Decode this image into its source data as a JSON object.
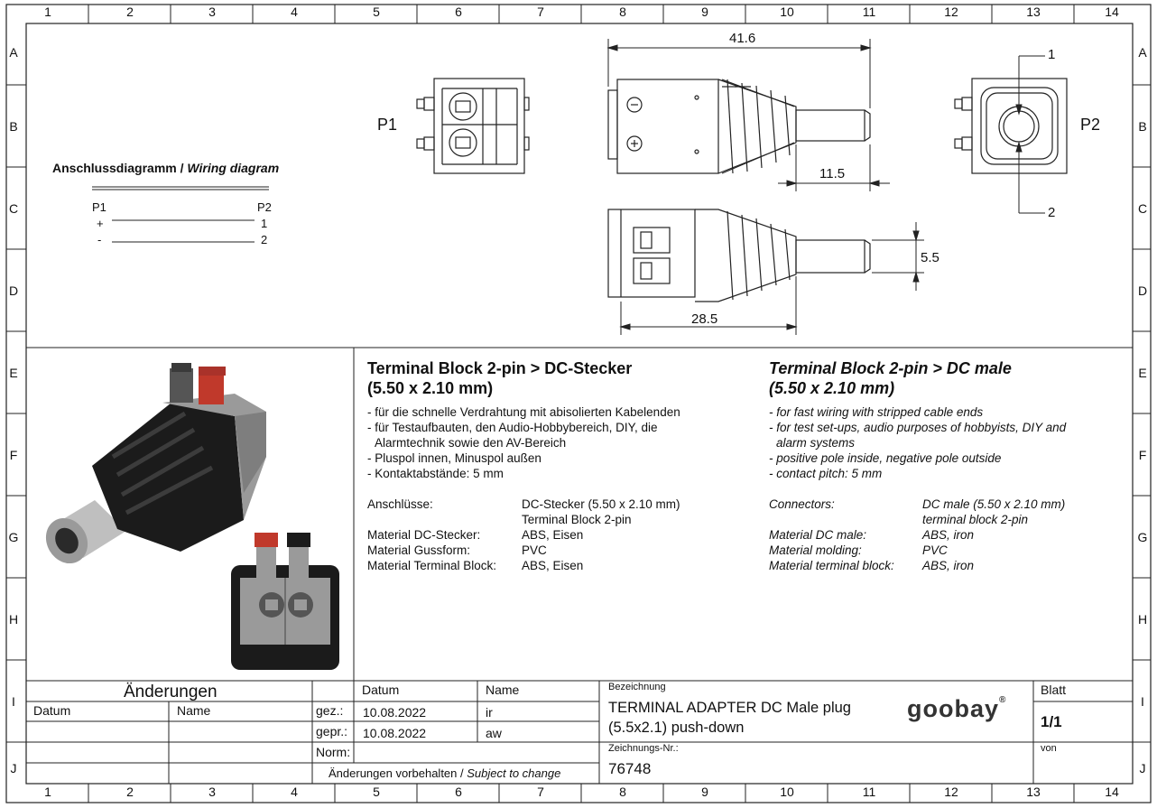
{
  "frame": {
    "col_numbers": [
      "1",
      "2",
      "3",
      "4",
      "5",
      "6",
      "7",
      "8",
      "9",
      "10",
      "11",
      "12",
      "13",
      "14"
    ],
    "row_letters": [
      "A",
      "B",
      "C",
      "D",
      "E",
      "F",
      "G",
      "H",
      "I",
      "J"
    ]
  },
  "drawing": {
    "p1_label": "P1",
    "p2_label": "P2",
    "dim_total": "41.6",
    "dim_tip": "11.5",
    "dim_dia": "5.5",
    "dim_body": "28.5",
    "callout_1": "1",
    "callout_2": "2"
  },
  "wiring": {
    "title_de": "Anschlussdiagramm /",
    "title_en": "Wiring diagram",
    "p1": "P1",
    "p2": "P2",
    "rows": [
      {
        "left": "+",
        "right": "1"
      },
      {
        "left": "-",
        "right": "2"
      }
    ]
  },
  "product_de": {
    "title_line1": "Terminal Block 2-pin > DC-Stecker",
    "title_line2": "(5.50 x 2.10 mm)",
    "bullets": [
      "- für die schnelle Verdrahtung mit abisolierten Kabelenden",
      "- für Testaufbauten, den Audio-Hobbybereich, DIY, die",
      "  Alarmtechnik sowie den AV-Bereich",
      "- Pluspol innen, Minuspol außen",
      "- Kontaktabstände: 5 mm"
    ],
    "specs": [
      {
        "label": "Anschlüsse:",
        "value": "DC-Stecker (5.50 x 2.10 mm)"
      },
      {
        "label": "",
        "value": "Terminal Block 2-pin"
      },
      {
        "label": "Material DC-Stecker:",
        "value": "ABS, Eisen"
      },
      {
        "label": "Material Gussform:",
        "value": "PVC"
      },
      {
        "label": "Material Terminal Block:",
        "value": "ABS, Eisen"
      }
    ]
  },
  "product_en": {
    "title_line1": "Terminal Block 2-pin > DC male",
    "title_line2": "(5.50 x 2.10 mm)",
    "bullets": [
      "- for fast wiring with stripped cable ends",
      "- for test set-ups, audio purposes of hobbyists, DIY and",
      "  alarm systems",
      "- positive pole inside, negative pole outside",
      "- contact pitch: 5 mm"
    ],
    "specs": [
      {
        "label": "Connectors:",
        "value": "DC male (5.50 x 2.10 mm)"
      },
      {
        "label": "",
        "value": "terminal block 2-pin"
      },
      {
        "label": "Material DC male:",
        "value": "ABS, iron"
      },
      {
        "label": "Material molding:",
        "value": "PVC"
      },
      {
        "label": "Material terminal block:",
        "value": "ABS, iron"
      }
    ]
  },
  "titleblock": {
    "changes_header": "Änderungen",
    "changes_datum": "Datum",
    "changes_name": "Name",
    "col_datum": "Datum",
    "col_name": "Name",
    "row_gez_label": "gez.:",
    "row_gez_date": "10.08.2022",
    "row_gez_name": "ir",
    "row_gepr_label": "gepr.:",
    "row_gepr_date": "10.08.2022",
    "row_gepr_name": "aw",
    "row_norm_label": "Norm:",
    "disclaimer_de": "Änderungen vorbehalten /",
    "disclaimer_en": "Subject to change",
    "bez_label": "Bezeichnung",
    "bez_line1": "TERMINAL ADAPTER DC Male plug",
    "bez_line2": "(5.5x2.1) push-down",
    "logo_text": "goobay",
    "logo_mark": "®",
    "drawno_label": "Zeichnungs-Nr.:",
    "drawno_value": "76748",
    "blatt_label": "Blatt",
    "blatt_value": "1/1",
    "von_label": "von"
  },
  "colors": {
    "line": "#222222",
    "red_button": "#c0392b",
    "grey_block": "#9a9a9a",
    "black_body": "#1b1b1b",
    "metal": "#bfbfbf"
  }
}
